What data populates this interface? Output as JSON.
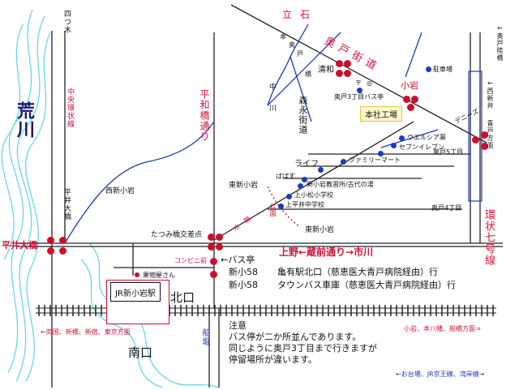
{
  "map": {
    "labels": {
      "arakawa": "荒川",
      "chuo_kanjo": "中央環状線",
      "yotsugi": "四つ木",
      "hirai_ohashi_v": "平井大橋",
      "hirai_ohashi_h": "平井大橋",
      "nishi_shinkoiwa": "西新小岩",
      "heiwabashi": "平和橋通り",
      "tatsumi": "たつみ橋交差点",
      "conveni": "コンビニ前",
      "bus_stop": "←バス亭",
      "kudamonoya": "果物屋さん",
      "station": "JR新小岩駅",
      "kitaguchi": "北口",
      "minamiguchi": "南口",
      "funabori": "船堀",
      "naka": "中",
      "kawa": "川",
      "higashi_shinkoiwa": "東新小岩",
      "tatsuishi": "立石",
      "oku_road": "奥戸街道",
      "moto": "本",
      "oku": "奥",
      "do": "戸",
      "hashi": "橋",
      "seiwa": "清和",
      "okudo3_bus": "奥戸3丁目バス亭",
      "honsha": "本社工場",
      "koiwa": "小岩",
      "morinaga": "森永街道",
      "chushajo": "駐車場",
      "dennys": "デニーズ",
      "welcia": "ウエルシア薬",
      "seven": "セブンイレブン",
      "okudo5": "奥戸5丁目",
      "life": "ライフ",
      "familymart": "ファミリーマート",
      "papasu": "ぱぱす",
      "shinkoiwa_church": "新小岩教習所/古代の湯",
      "kamikomatsu": "上小松小学校",
      "kamihirai": "上平井中学校",
      "kouen": "公園",
      "shinsui": "水親",
      "higashi_shinkoiwa2": "東新小岩",
      "okudo4": "奥戸4丁目",
      "kanjo7": "環状七号線",
      "oku_rikkyo": "←奥戸陸橋",
      "nishi_shinjin": "←西新井",
      "aoto": "青戸方面",
      "ueno_road": "上野←蔵前通り→市川",
      "bus1_stop": "新小58",
      "bus1_dest": "亀有駅北口（慈恵医大青戸病院経由）行",
      "bus2_stop": "新小58",
      "bus2_dest": "タウンバス車庫（慈恵医大青戸病院経由）行",
      "left_dir": "←両国、新橋、新宿、東京方面",
      "right_dir": "小岩、本八幡、船橋方面⇒",
      "bottom_dir": "←お台場、JR京王線、湾岸線→",
      "notice_title": "注意",
      "notice_1": "バス停が二か所並んであります。",
      "notice_2": "同じように奥戸3丁目まで行きますが",
      "notice_3": "停留場所が違います。",
      "gray_mark": "〒",
      "gray_mark2": "◎"
    },
    "colors": {
      "road": "#222222",
      "road_blue": "#1e3ab4",
      "accent_red": "#d0123a",
      "river_wave": "#6ad6e6",
      "honsha_box": "#e3c44a",
      "honsha_fill": "#fff6c9"
    }
  }
}
